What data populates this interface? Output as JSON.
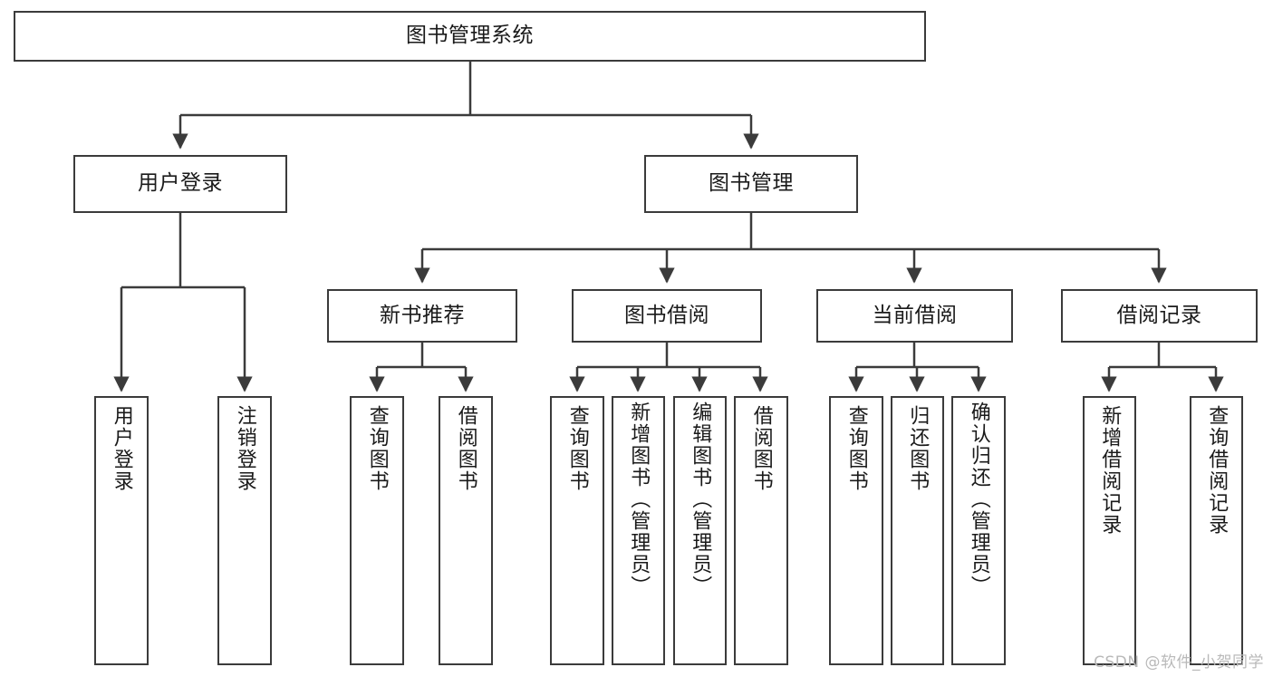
{
  "diagram": {
    "title": "图书管理系统",
    "type": "tree-hierarchy-chart",
    "colors": {
      "box_border": "#3b3b3b",
      "box_fill": "#ffffff",
      "edge": "#3b3b3b",
      "text": "#1a1a1a",
      "watermark": "#b9b9b9"
    },
    "root": {
      "label": "图书管理系统"
    },
    "level2": [
      {
        "label": "用户登录"
      },
      {
        "label": "图书管理"
      }
    ],
    "level3": [
      {
        "label": "新书推荐"
      },
      {
        "label": "图书借阅"
      },
      {
        "label": "当前借阅"
      },
      {
        "label": "借阅记录"
      }
    ],
    "leaves": {
      "user_login": [
        {
          "label": "用户登录"
        },
        {
          "label": "注销登录"
        }
      ],
      "new_book_recommend": [
        {
          "label": "查询图书"
        },
        {
          "label": "借阅图书"
        }
      ],
      "book_borrow": [
        {
          "label": "查询图书"
        },
        {
          "label": "新增图书（管理员）"
        },
        {
          "label": "编辑图书（管理员）"
        },
        {
          "label": "借阅图书"
        }
      ],
      "current_borrow": [
        {
          "label": "查询图书"
        },
        {
          "label": "归还图书"
        },
        {
          "label": "确认归还（管理员）"
        }
      ],
      "borrow_records": [
        {
          "label": "新增借阅记录"
        },
        {
          "label": "查询借阅记录"
        }
      ]
    }
  },
  "watermark": {
    "text": "CSDN @软件_小贺同学"
  }
}
